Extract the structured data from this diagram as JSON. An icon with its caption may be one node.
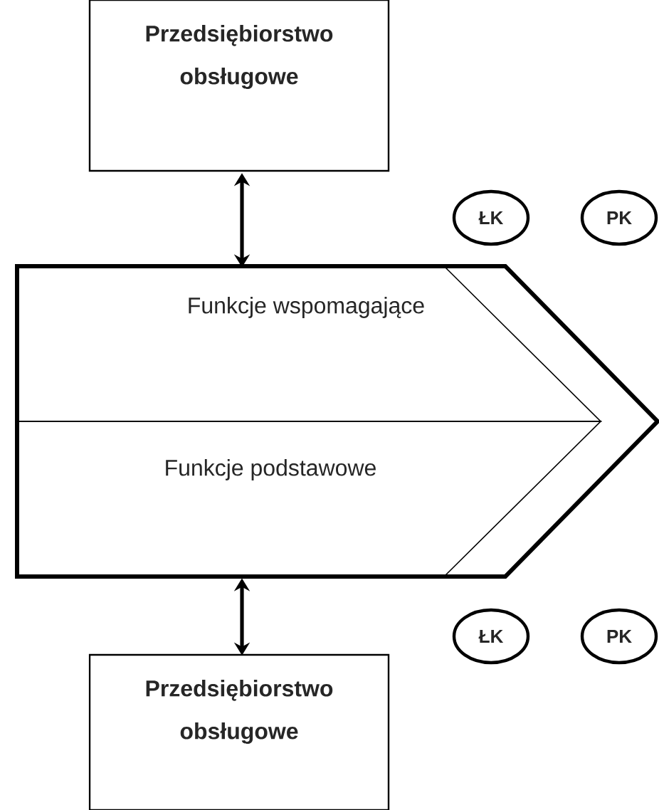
{
  "diagram": {
    "nodes": [
      {
        "text": [
          "Przedsiębiorstwo obsługowe"
        ]
      },
      {
        "text": [],
        "shape": "arrow"
      },
      {
        "text": [
          "Funkcje wspomagające"
        ],
        "in": 1
      },
      {
        "text": [
          "Funkcje podstawowe"
        ],
        "in": 1
      },
      {
        "text": [
          "Przedsiębiorstwo obsługowe"
        ]
      },
      {
        "text": [
          "ŁK"
        ]
      },
      {
        "text": [
          "PK"
        ]
      },
      {
        "text": [
          "ŁK"
        ]
      },
      {
        "text": [
          "PK"
        ]
      }
    ],
    "edges": [
      {
        "from": 0,
        "to": 1,
        "arrow": "both"
      },
      {
        "from": 1,
        "to": 4,
        "arrow": "both"
      }
    ]
  }
}
